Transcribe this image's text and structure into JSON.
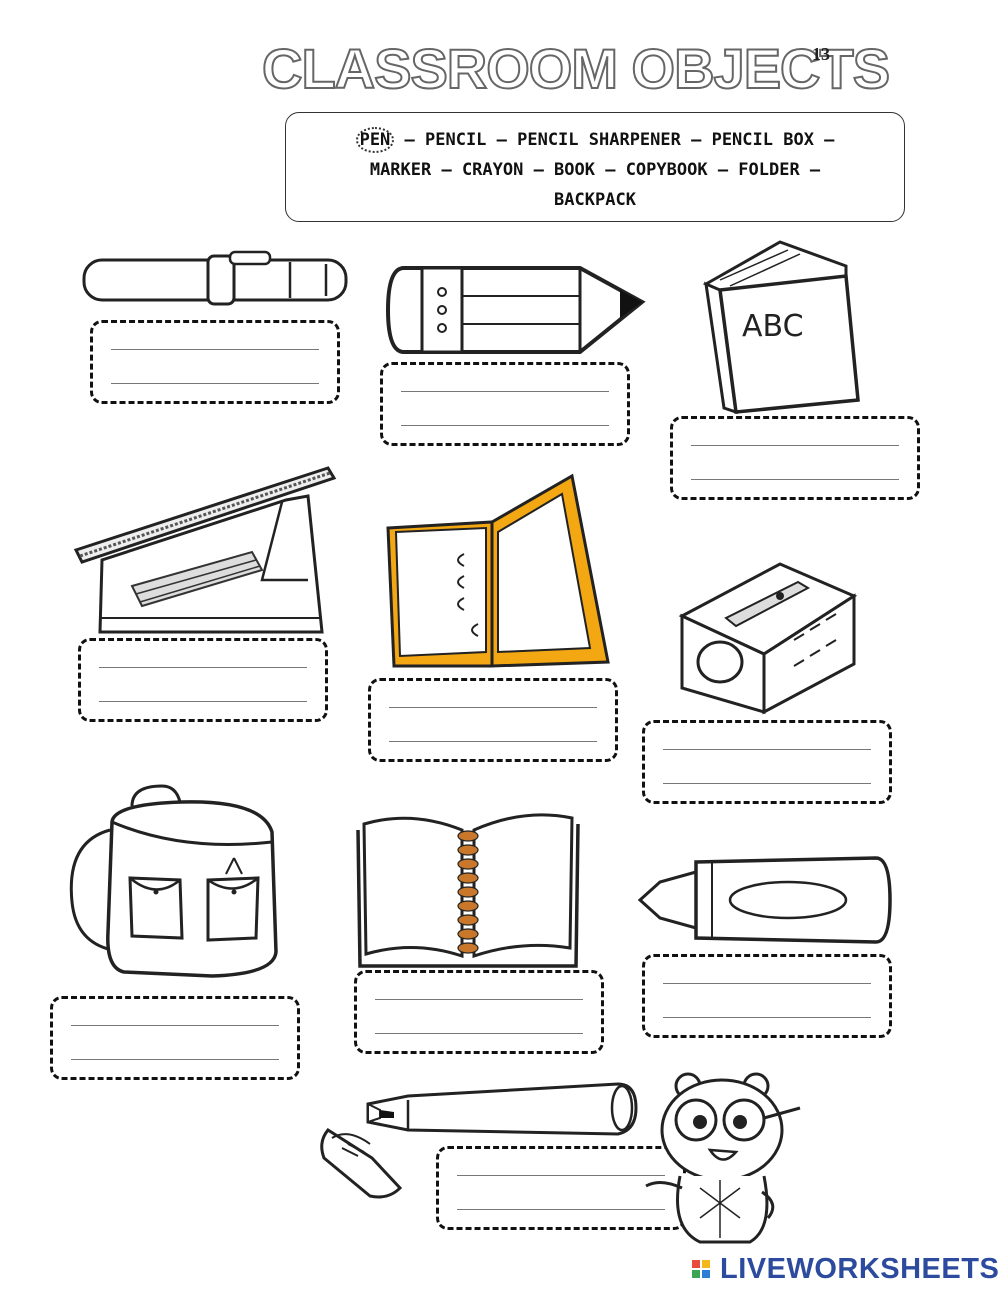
{
  "title": "CLASSROOM OBJECTS",
  "page_number": "13",
  "word_bank": {
    "first_word": "PEN",
    "line1_rest": " – PENCIL – PENCIL SHARPENER – PENCIL BOX –",
    "line2": "MARKER – CRAYON – BOOK – COPYBOOK – FOLDER –",
    "line3": "BACKPACK"
  },
  "items": [
    {
      "picture": "pen-icon"
    },
    {
      "picture": "pencil-icon"
    },
    {
      "picture": "book-icon",
      "picture_text": "ABC"
    },
    {
      "picture": "pencil-box-icon"
    },
    {
      "picture": "folder-icon"
    },
    {
      "picture": "pencil-sharpener-icon"
    },
    {
      "picture": "backpack-icon"
    },
    {
      "picture": "copybook-icon"
    },
    {
      "picture": "crayon-icon"
    },
    {
      "picture": "marker-icon"
    }
  ],
  "colors": {
    "folder": "#f2a713",
    "spiral": "#c9772a",
    "logo_text": "#2c4b9e"
  },
  "footer": {
    "brand": "LIVEWORKSHEETS"
  }
}
